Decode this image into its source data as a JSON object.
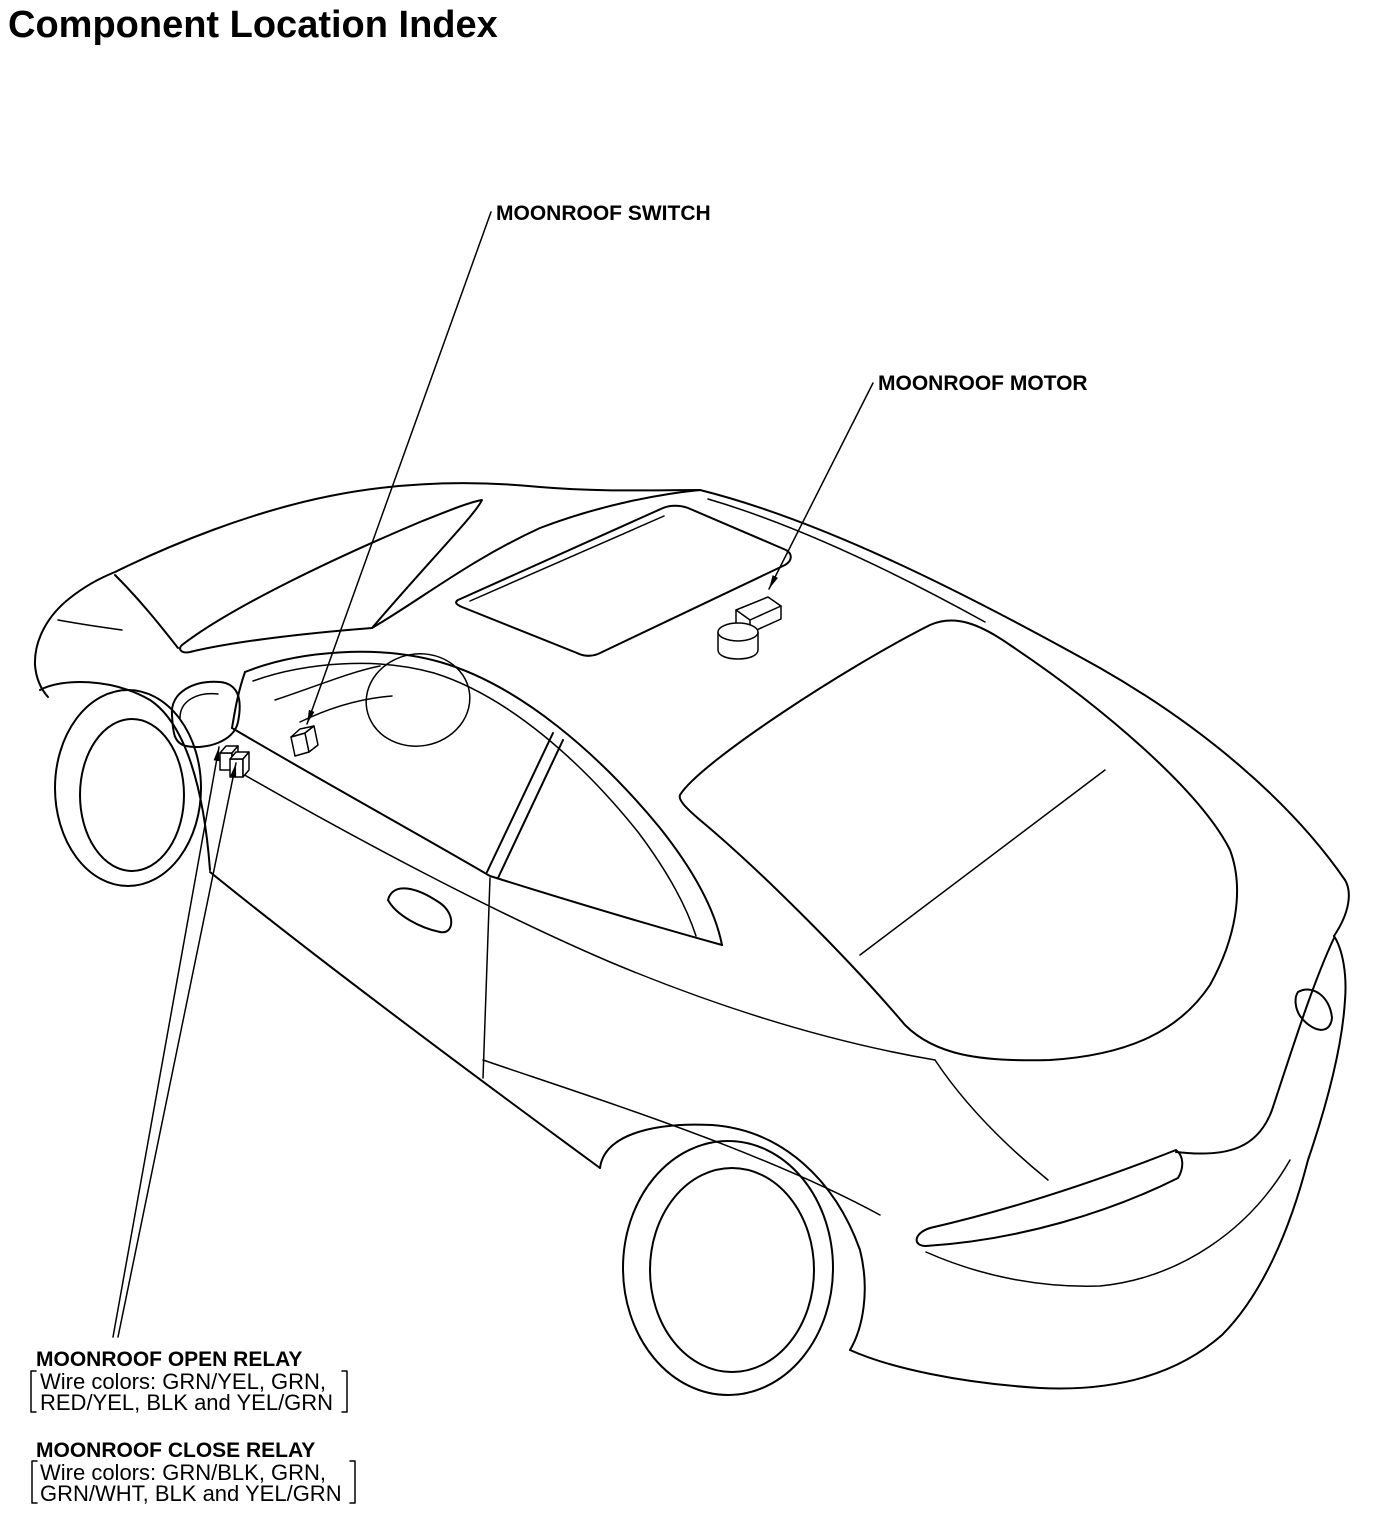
{
  "page": {
    "title": "Component Location Index"
  },
  "components": {
    "moonroof_switch": {
      "label": "MOONROOF SWITCH"
    },
    "moonroof_motor": {
      "label": "MOONROOF MOTOR"
    },
    "moonroof_open_relay": {
      "label": "MOONROOF OPEN RELAY",
      "wire_colors_line1": "Wire colors: GRN/YEL, GRN,",
      "wire_colors_line2": "RED/YEL, BLK and YEL/GRN"
    },
    "moonroof_close_relay": {
      "label": "MOONROOF CLOSE RELAY",
      "wire_colors_line1": "Wire colors: GRN/BLK, GRN,",
      "wire_colors_line2": "GRN/WHT, BLK and YEL/GRN"
    }
  },
  "colors": {
    "ink": "#000000",
    "paper": "#ffffff"
  }
}
